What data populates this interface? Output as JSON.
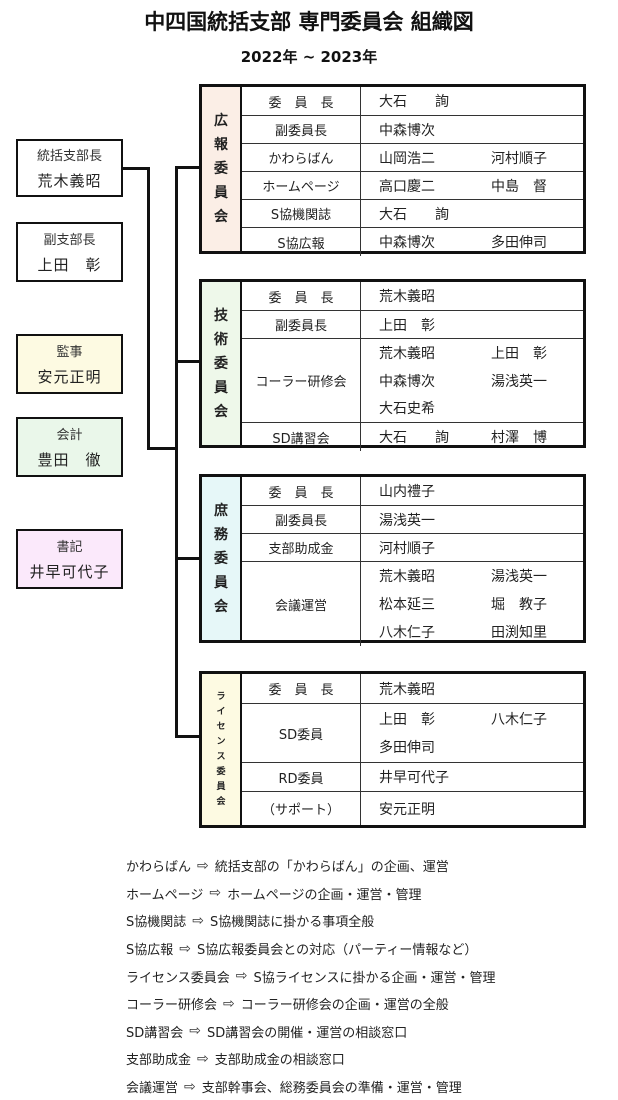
{
  "title": "中四国統括支部 専門委員会 組織図",
  "subtitle": "2022年 ~ 2023年",
  "left_boxes": [
    {
      "role": "統括支部長",
      "name": "荒木義昭",
      "color": "#ffffff"
    },
    {
      "role": "副支部長",
      "name": "上田　彰",
      "color": "#ffffff"
    },
    {
      "role": "監事",
      "name": "安元正明",
      "color": "#fdfae2"
    },
    {
      "role": "会計",
      "name": "豊田　徹",
      "color": "#eaf7ea"
    },
    {
      "role": "書記",
      "name": "井早可代子",
      "color": "#fbe9fb"
    }
  ],
  "committees": [
    {
      "label": [
        "広",
        "報",
        "委",
        "員",
        "会"
      ],
      "color": "#fbeee6",
      "rows": [
        {
          "role": "委　員　長",
          "members": [
            [
              "大石　　詢",
              ""
            ]
          ]
        },
        {
          "role": "副委員長",
          "members": [
            [
              "中森博次",
              ""
            ]
          ]
        },
        {
          "role": "かわらばん",
          "members": [
            [
              "山岡浩二",
              "河村順子"
            ]
          ]
        },
        {
          "role": "ホームページ",
          "members": [
            [
              "高口慶二",
              "中島　督"
            ]
          ]
        },
        {
          "role": "S協機関誌",
          "members": [
            [
              "大石　　詢",
              ""
            ]
          ]
        },
        {
          "role": "S協広報",
          "members": [
            [
              "中森博次",
              "多田伸司"
            ]
          ]
        }
      ]
    },
    {
      "label": [
        "技",
        "術",
        "委",
        "員",
        "会"
      ],
      "color": "#eef8ea",
      "rows": [
        {
          "role": "委　員　長",
          "members": [
            [
              "荒木義昭",
              ""
            ]
          ]
        },
        {
          "role": "副委員長",
          "members": [
            [
              "上田　彰",
              ""
            ]
          ]
        },
        {
          "role": "コーラー研修会",
          "members": [
            [
              "荒木義昭",
              "上田　彰"
            ],
            [
              "中森博次",
              "湯浅英一"
            ],
            [
              "大石史希",
              ""
            ]
          ]
        },
        {
          "role": "SD講習会",
          "members": [
            [
              "大石　　詢",
              "村澤　博"
            ]
          ]
        }
      ]
    },
    {
      "label": [
        "庶",
        "務",
        "委",
        "員",
        "会"
      ],
      "color": "#e6f7f8",
      "rows": [
        {
          "role": "委　員　長",
          "members": [
            [
              "山内禮子",
              ""
            ]
          ]
        },
        {
          "role": "副委員長",
          "members": [
            [
              "湯浅英一",
              ""
            ]
          ]
        },
        {
          "role": "支部助成金",
          "members": [
            [
              "河村順子",
              ""
            ]
          ]
        },
        {
          "role": "会議運営",
          "members": [
            [
              "荒木義昭",
              "湯浅英一"
            ],
            [
              "松本延三",
              "堀　教子"
            ],
            [
              "八木仁子",
              "田渕知里"
            ]
          ]
        }
      ]
    },
    {
      "label": [
        "ラ",
        "イ",
        "セ",
        "ン",
        "ス",
        "委",
        "員",
        "会"
      ],
      "color": "#fdfae2",
      "rows": [
        {
          "role": "委　員　長",
          "members": [
            [
              "荒木義昭",
              ""
            ]
          ]
        },
        {
          "role": "SD委員",
          "members": [
            [
              "上田　彰",
              "八木仁子"
            ],
            [
              "多田伸司",
              ""
            ]
          ]
        },
        {
          "role": "RD委員",
          "members": [
            [
              "井早可代子",
              ""
            ]
          ]
        },
        {
          "role": "（サポート）",
          "members": [
            [
              "安元正明",
              ""
            ]
          ]
        }
      ]
    }
  ],
  "legend": [
    {
      "term": "かわらばん",
      "desc": "統括支部の「かわらばん」の企画、運営"
    },
    {
      "term": "ホームページ",
      "desc": "ホームページの企画・運営・管理"
    },
    {
      "term": "S協機関誌",
      "desc": "S協機関誌に掛かる事項全般"
    },
    {
      "term": "S協広報",
      "desc": "S協広報委員会との対応（パーティー情報など）"
    },
    {
      "term": "ライセンス委員会",
      "desc": "S協ライセンスに掛かる企画・運営・管理"
    },
    {
      "term": "コーラー研修会",
      "desc": "コーラー研修会の企画・運営の全般"
    },
    {
      "term": "SD講習会",
      "desc": "SD講習会の開催・運営の相談窓口"
    },
    {
      "term": "支部助成金",
      "desc": "支部助成金の相談窓口"
    },
    {
      "term": "会議運営",
      "desc": "支部幹事会、総務委員会の準備・運営・管理"
    }
  ]
}
